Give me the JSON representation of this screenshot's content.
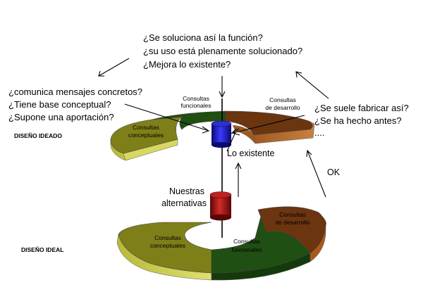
{
  "questions_top": {
    "line1": "¿Se soluciona así la función?",
    "line2": "¿su uso está plenamente solucionado?",
    "line3": "¿Mejora lo existente?"
  },
  "questions_left": {
    "line1": "¿comunica mensajes concretos?",
    "line2": "¿Tiene base conceptual?",
    "line3": "¿Supone una aportación?"
  },
  "questions_right": {
    "line1": "¿Se suele fabricar así?",
    "line2": "¿Se ha hecho antes?",
    "line3": "...."
  },
  "upper_ring": {
    "caption": "DISEÑO IDEADO",
    "funcionales": [
      "Consultas",
      "funcionales"
    ],
    "desarrollo": [
      "Consultas",
      "de desarrollo"
    ],
    "conceptuales": [
      "Consultas",
      "conceptuales"
    ]
  },
  "lower_ring": {
    "caption": "DISEÑO IDEAL",
    "funcionales": [
      "Consultas",
      "funcionales"
    ],
    "desarrollo": [
      "Consultas",
      "de desarrollo"
    ],
    "conceptuales": [
      "Consultas",
      "conceptuales"
    ]
  },
  "lo_existente": "Lo existente",
  "alternativas": [
    "Nuestras",
    "alternativas"
  ],
  "ok_label": "OK",
  "colors": {
    "olive": "#7f7f1a",
    "olive_side": "#c9c94a",
    "green": "#1f4f12",
    "brown": "#6b3510",
    "brown_side": "#b86c2c",
    "blue": "#1a1ab5",
    "red": "#a01010"
  }
}
